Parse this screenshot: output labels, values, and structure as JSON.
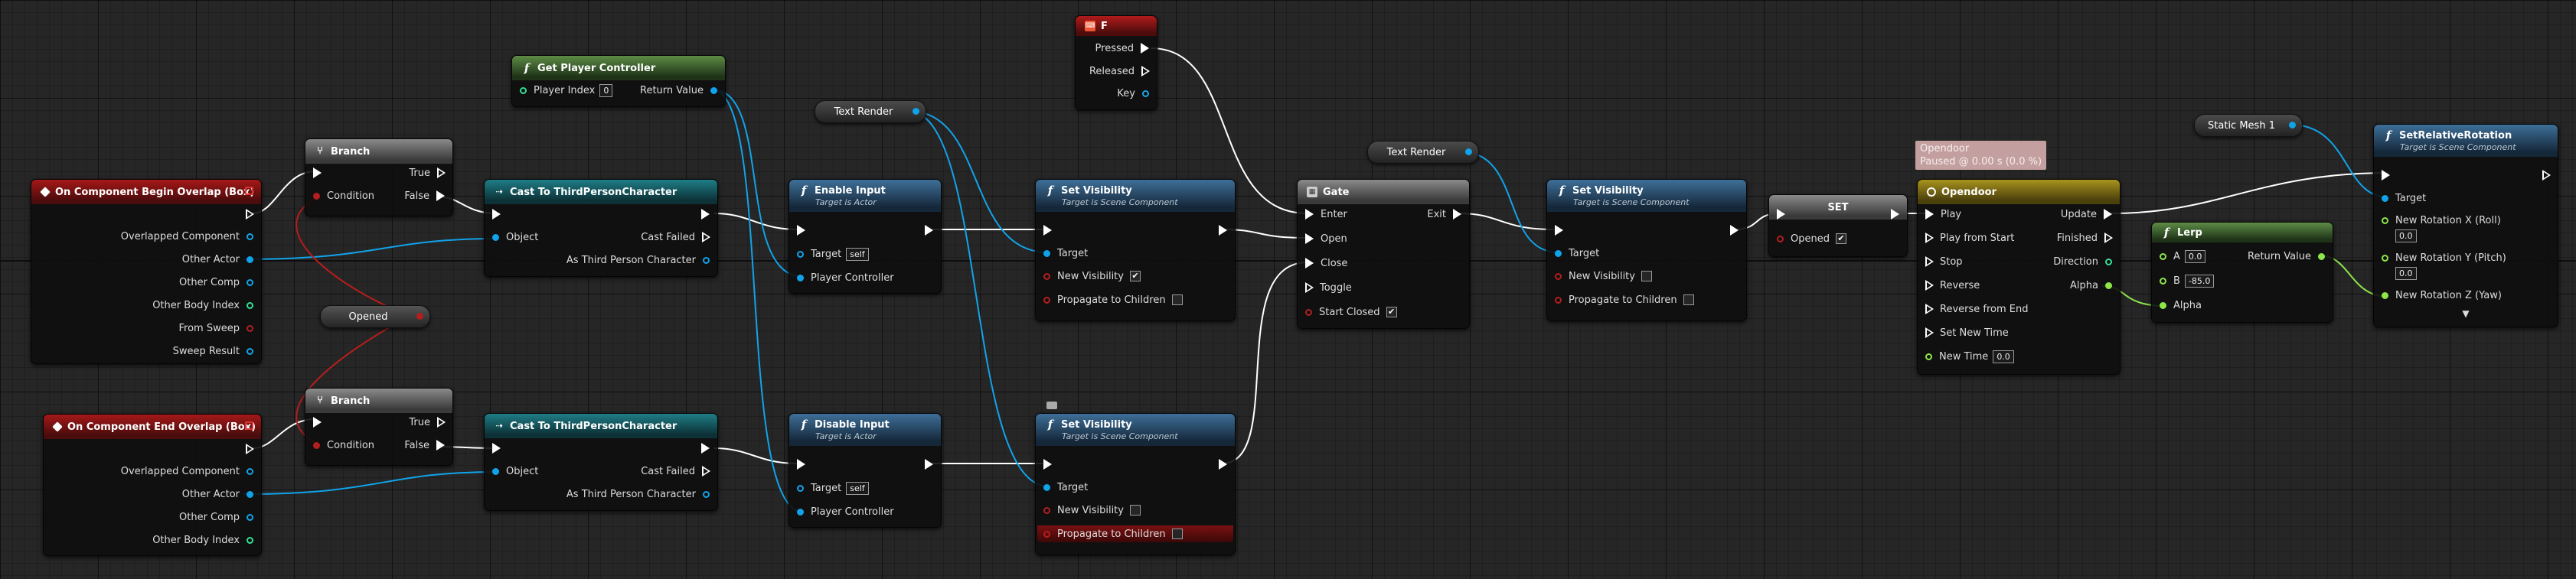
{
  "nodes": {
    "begin_overlap": {
      "title": "On Component Begin Overlap (Box)",
      "pins": [
        "Overlapped Component",
        "Other Actor",
        "Other Comp",
        "Other Body Index",
        "From Sweep",
        "Sweep Result"
      ]
    },
    "end_overlap": {
      "title": "On Component End Overlap (Box)",
      "pins": [
        "Overlapped Component",
        "Other Actor",
        "Other Comp",
        "Other Body Index"
      ]
    },
    "branch1": {
      "title": "Branch",
      "true": "True",
      "false": "False",
      "condition": "Condition"
    },
    "branch2": {
      "title": "Branch",
      "true": "True",
      "false": "False",
      "condition": "Condition"
    },
    "opened_var": {
      "label": "Opened"
    },
    "cast1": {
      "title": "Cast To ThirdPersonCharacter",
      "object": "Object",
      "cast_failed": "Cast Failed",
      "as_char": "As Third Person Character"
    },
    "cast2": {
      "title": "Cast To ThirdPersonCharacter",
      "object": "Object",
      "cast_failed": "Cast Failed",
      "as_char": "As Third Person Character"
    },
    "get_pc": {
      "title": "Get Player Controller",
      "player_index": "Player Index",
      "player_index_val": "0",
      "return_value": "Return Value"
    },
    "enable_input": {
      "title": "Enable Input",
      "subtitle": "Target is Actor",
      "target": "Target",
      "target_val": "self",
      "pc": "Player Controller"
    },
    "disable_input": {
      "title": "Disable Input",
      "subtitle": "Target is Actor",
      "target": "Target",
      "target_val": "self",
      "pc": "Player Controller"
    },
    "text_render1": {
      "label": "Text Render"
    },
    "text_render2": {
      "label": "Text Render"
    },
    "key_f": {
      "title": "F",
      "pressed": "Pressed",
      "released": "Released",
      "key": "Key"
    },
    "setvis1": {
      "title": "Set Visibility",
      "subtitle": "Target is Scene Component",
      "target": "Target",
      "new_vis": "New Visibility",
      "new_vis_checked": "✔",
      "propagate": "Propagate to Children"
    },
    "setvis2": {
      "title": "Set Visibility",
      "subtitle": "Target is Scene Component",
      "target": "Target",
      "new_vis": "New Visibility",
      "propagate": "Propagate to Children"
    },
    "setvis3": {
      "title": "Set Visibility",
      "subtitle": "Target is Scene Component",
      "target": "Target",
      "new_vis": "New Visibility",
      "propagate": "Propagate to Children"
    },
    "gate": {
      "title": "Gate",
      "enter": "Enter",
      "exit": "Exit",
      "open": "Open",
      "close": "Close",
      "toggle": "Toggle",
      "start_closed": "Start Closed",
      "start_closed_checked": "✔"
    },
    "set_opened": {
      "title": "SET",
      "opened": "Opened",
      "opened_checked": "✔"
    },
    "timeline": {
      "badge_name": "Opendoor",
      "badge_status": "Paused @ 0.00 s (0.0 %)",
      "title": "Opendoor",
      "play": "Play",
      "play_from_start": "Play from Start",
      "stop": "Stop",
      "reverse": "Reverse",
      "reverse_from_end": "Reverse from End",
      "set_new_time": "Set New Time",
      "new_time": "New Time",
      "new_time_val": "0.0",
      "update": "Update",
      "finished": "Finished",
      "direction": "Direction",
      "alpha": "Alpha"
    },
    "lerp": {
      "title": "Lerp",
      "a": "A",
      "a_val": "0.0",
      "b": "B",
      "b_val": "-85.0",
      "alpha": "Alpha",
      "return_value": "Return Value"
    },
    "static_mesh": {
      "label": "Static Mesh 1"
    },
    "set_rel_rot": {
      "title": "SetRelativeRotation",
      "subtitle": "Target is Scene Component",
      "target": "Target",
      "roll": "New Rotation X (Roll)",
      "roll_val": "0.0",
      "pitch": "New Rotation Y (Pitch)",
      "pitch_val": "0.0",
      "yaw": "New Rotation Z (Yaw)",
      "more": "▼"
    }
  },
  "icons": {
    "function": "function-f-icon",
    "event": "event-diamond-icon",
    "branch": "branch-icon",
    "cast": "cast-icon",
    "key": "keyboard-key-icon",
    "gate": "gate-icon",
    "timeline": "timeline-clock-icon"
  },
  "colors": {
    "exec": "#ffffff",
    "object": "#11a3ea",
    "boolean": "#b51e1e",
    "float": "#8de64a",
    "integer": "#32e095",
    "struct_vector": "#e7d124",
    "event_header": "#a61818",
    "function_header": "#3e6f98",
    "pure_header": "#5d8c45",
    "cast_header": "#1f7d86",
    "timeline_header": "#a8921e"
  }
}
